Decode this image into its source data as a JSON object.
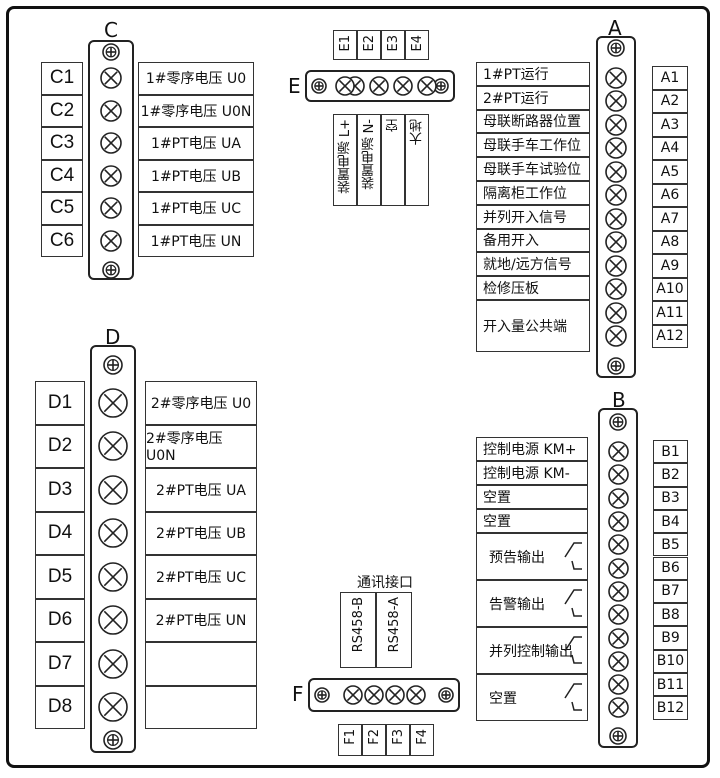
{
  "blocks": {
    "C": {
      "letter": "C",
      "pins": [
        "C1",
        "C2",
        "C3",
        "C4",
        "C5",
        "C6"
      ],
      "labels": [
        "1#零序电压 U0",
        "1#零序电压 U0N",
        "1#PT电压 UA",
        "1#PT电压 UB",
        "1#PT电压 UC",
        "1#PT电压 UN"
      ]
    },
    "D": {
      "letter": "D",
      "pins": [
        "D1",
        "D2",
        "D3",
        "D4",
        "D5",
        "D6",
        "D7",
        "D8"
      ],
      "labels": [
        "2#零序电压 U0",
        "2#零序电压 U0N",
        "2#PT电压 UA",
        "2#PT电压 UB",
        "2#PT电压 UC",
        "2#PT电压 UN",
        "",
        ""
      ]
    },
    "E": {
      "letter": "E",
      "pins": [
        "E1",
        "E2",
        "E3",
        "E4"
      ],
      "labels": [
        "装置电源 L+",
        "装置电源 N-",
        "空",
        "大地"
      ]
    },
    "F": {
      "letter": "F",
      "title": "通讯接口",
      "pins": [
        "F1",
        "F2",
        "F3",
        "F4"
      ],
      "labels": [
        "RS458-B",
        "RS458-A"
      ]
    },
    "A": {
      "letter": "A",
      "pins": [
        "A1",
        "A2",
        "A3",
        "A4",
        "A5",
        "A6",
        "A7",
        "A8",
        "A9",
        "A10",
        "A11",
        "A12"
      ],
      "labels": [
        "1#PT运行",
        "2#PT运行",
        "母联断路器位置",
        "母联手车工作位",
        "母联手车试验位",
        "隔离柜工作位",
        "并列开入信号",
        "备用开入",
        "就地/远方信号",
        "检修压板",
        "开入量公共端"
      ]
    },
    "B": {
      "letter": "B",
      "pins": [
        "B1",
        "B2",
        "B3",
        "B4",
        "B5",
        "B6",
        "B7",
        "B8",
        "B9",
        "B10",
        "B11",
        "B12"
      ],
      "labels": [
        "控制电源 KM+",
        "控制电源 KM-",
        "空置",
        "空置",
        "预告输出",
        "告警输出",
        "并列控制输出",
        "空置"
      ]
    }
  }
}
